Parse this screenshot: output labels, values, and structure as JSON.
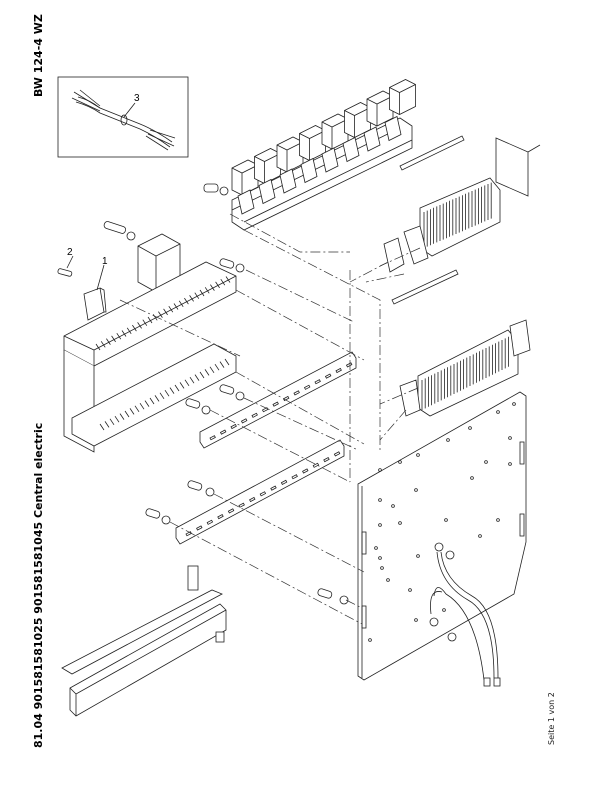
{
  "document": {
    "code": "BW 124-4 WZ",
    "title": "81.04 901581581025 901581581045 Central electric",
    "page_info": "Seite 1 von 2"
  },
  "callouts": [
    {
      "id": "callout-1",
      "label": "1",
      "part": "relay-bracket"
    },
    {
      "id": "callout-2",
      "label": "2",
      "part": "screw"
    },
    {
      "id": "callout-3",
      "label": "3",
      "part": "wiring-harness"
    }
  ],
  "parts_depicted": [
    "wiring-harness",
    "relay-row",
    "relay-socket-row",
    "terminal-block-upper",
    "terminal-block-lower",
    "marker-strip",
    "din-rail-upper",
    "din-rail-lower",
    "cable-duct-frame",
    "mounting-plate",
    "ground-cables",
    "base-bracket",
    "relay-cover"
  ]
}
